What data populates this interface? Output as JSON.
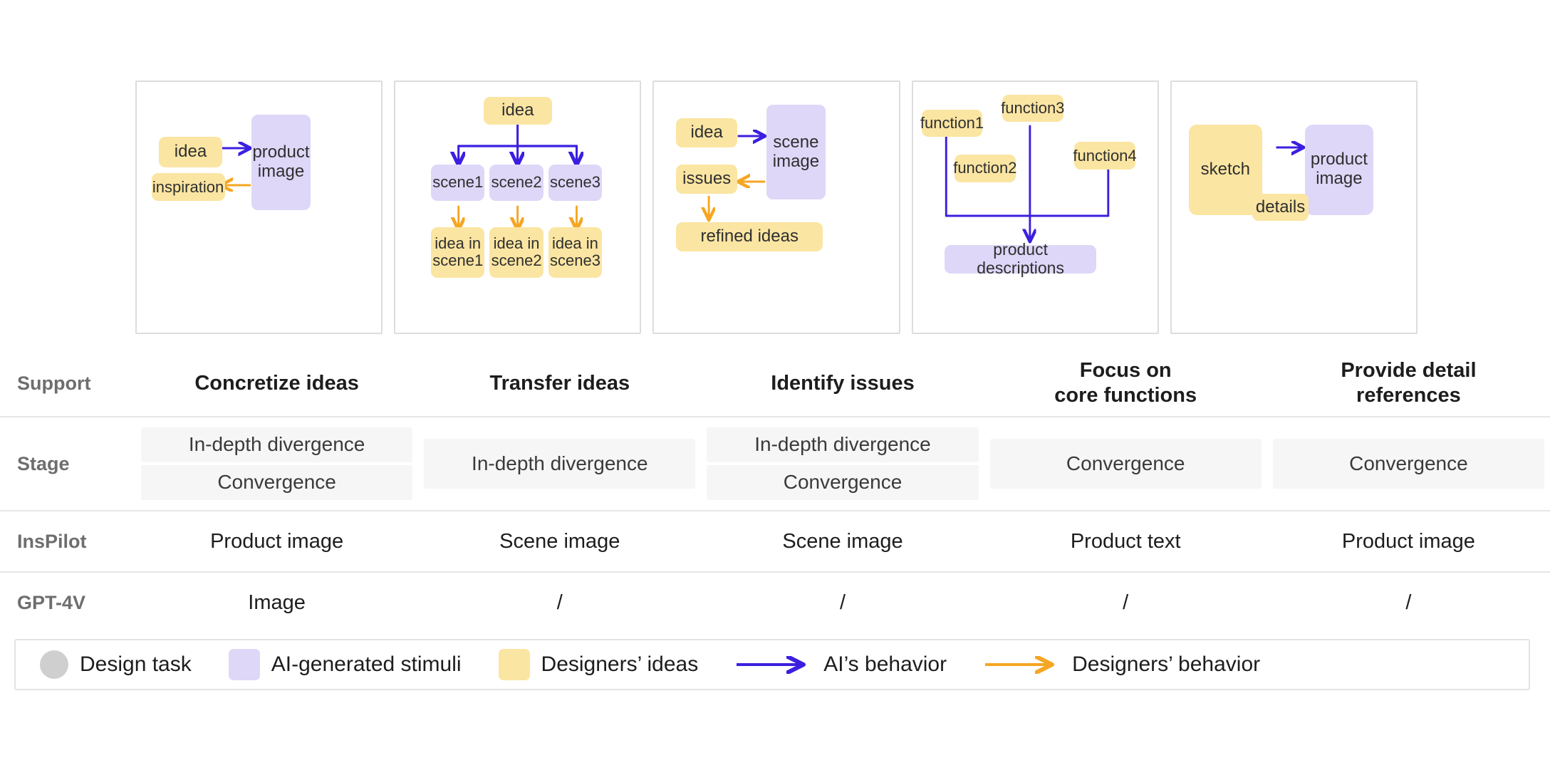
{
  "colors": {
    "designers_ideas": "#FBE5A2",
    "ai_stimuli": "#DED7F8",
    "ai_behavior_arrow": "#3B1FE0",
    "designers_behavior_arrow": "#F5A623",
    "design_task": "#CFCFCF",
    "card_border": "#DDDDDD",
    "row_label": "#6E6E6E"
  },
  "cards": [
    {
      "name": "concretize-ideas",
      "nodes": [
        {
          "id": "idea",
          "label": "idea",
          "kind": "yellow"
        },
        {
          "id": "inspiration",
          "label": "inspiration",
          "kind": "yellow"
        },
        {
          "id": "product",
          "label": "product image",
          "kind": "purple"
        }
      ],
      "edges": [
        {
          "from": "idea",
          "to": "product",
          "actor": "ai"
        },
        {
          "from": "product",
          "to": "inspiration",
          "actor": "designer"
        }
      ]
    },
    {
      "name": "transfer-ideas",
      "nodes": [
        {
          "id": "idea",
          "label": "idea",
          "kind": "yellow"
        },
        {
          "id": "scene1",
          "label": "scene1",
          "kind": "purple"
        },
        {
          "id": "scene2",
          "label": "scene2",
          "kind": "purple"
        },
        {
          "id": "scene3",
          "label": "scene3",
          "kind": "purple"
        },
        {
          "id": "inscene1",
          "label": "idea in scene1",
          "kind": "yellow"
        },
        {
          "id": "inscene2",
          "label": "idea in scene2",
          "kind": "yellow"
        },
        {
          "id": "inscene3",
          "label": "idea in scene3",
          "kind": "yellow"
        }
      ],
      "edges": [
        {
          "from": "idea",
          "to": "scene1",
          "actor": "ai"
        },
        {
          "from": "idea",
          "to": "scene2",
          "actor": "ai"
        },
        {
          "from": "idea",
          "to": "scene3",
          "actor": "ai"
        },
        {
          "from": "scene1",
          "to": "inscene1",
          "actor": "designer"
        },
        {
          "from": "scene2",
          "to": "inscene2",
          "actor": "designer"
        },
        {
          "from": "scene3",
          "to": "inscene3",
          "actor": "designer"
        }
      ]
    },
    {
      "name": "identify-issues",
      "nodes": [
        {
          "id": "idea",
          "label": "idea",
          "kind": "yellow"
        },
        {
          "id": "issues",
          "label": "issues",
          "kind": "yellow"
        },
        {
          "id": "scene",
          "label": "scene image",
          "kind": "purple"
        },
        {
          "id": "refined",
          "label": "refined ideas",
          "kind": "yellow"
        }
      ],
      "edges": [
        {
          "from": "idea",
          "to": "scene",
          "actor": "ai"
        },
        {
          "from": "scene",
          "to": "issues",
          "actor": "designer"
        },
        {
          "from": "issues",
          "to": "refined",
          "actor": "designer"
        }
      ]
    },
    {
      "name": "focus-on-core-functions",
      "nodes": [
        {
          "id": "function1",
          "label": "function1",
          "kind": "yellow"
        },
        {
          "id": "function2",
          "label": "function2",
          "kind": "yellow"
        },
        {
          "id": "function3",
          "label": "function3",
          "kind": "yellow"
        },
        {
          "id": "function4",
          "label": "function4",
          "kind": "yellow"
        },
        {
          "id": "descs",
          "label": "product descriptions",
          "kind": "purple"
        }
      ],
      "edges": [
        {
          "from": "function1",
          "to": "descs",
          "actor": "ai"
        },
        {
          "from": "function3",
          "to": "descs",
          "actor": "ai"
        },
        {
          "from": "function4",
          "to": "descs",
          "actor": "ai"
        }
      ]
    },
    {
      "name": "provide-detail-references",
      "nodes": [
        {
          "id": "sketch",
          "label": "sketch",
          "kind": "yellow"
        },
        {
          "id": "product",
          "label": "product image",
          "kind": "purple"
        },
        {
          "id": "details",
          "label": "details",
          "kind": "yellow"
        }
      ],
      "edges": [
        {
          "from": "sketch",
          "to": "product",
          "actor": "ai"
        },
        {
          "from": "product",
          "to": "details",
          "actor": "designer"
        },
        {
          "from": "details",
          "to": "sketch",
          "actor": "designer"
        }
      ]
    }
  ],
  "table": {
    "row_labels": {
      "support": "Support",
      "stage": "Stage",
      "inspilot": "InsPilot",
      "gpt4v": "GPT-4V"
    },
    "support": [
      "Concretize ideas",
      "Transfer ideas",
      "Identify issues",
      "Focus on\ncore functions",
      "Provide detail\nreferences"
    ],
    "stage": [
      [
        "In-depth divergence",
        "Convergence"
      ],
      [
        "In-depth divergence"
      ],
      [
        "In-depth divergence",
        "Convergence"
      ],
      [
        "Convergence"
      ],
      [
        "Convergence"
      ]
    ],
    "inspilot": [
      "Product image",
      "Scene image",
      "Scene image",
      "Product text",
      "Product image"
    ],
    "gpt4v": [
      "Image",
      "/",
      "/",
      "/",
      "/"
    ]
  },
  "legend": [
    {
      "label": "Design task",
      "swatch": "circle-gray"
    },
    {
      "label": "AI-generated stimuli",
      "swatch": "box-purple"
    },
    {
      "label": "Designers’ ideas",
      "swatch": "box-yellow"
    },
    {
      "label": "AI’s behavior",
      "swatch": "arrow-blue"
    },
    {
      "label": "Designers’ behavior",
      "swatch": "arrow-orange"
    }
  ]
}
